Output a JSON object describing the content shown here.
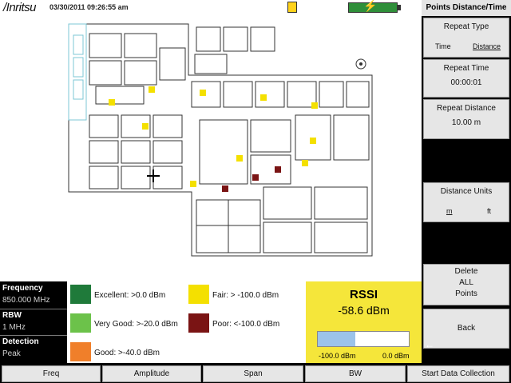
{
  "header": {
    "brand": "/Inritsu",
    "datetime": "03/30/2011 09:26:55 am"
  },
  "icons": {
    "gps": "gps-icon",
    "battery": "battery-icon",
    "charging": "lightning-bolt-icon",
    "compass": "compass-icon",
    "position_marker": "position-marker-icon"
  },
  "params": {
    "frequency_label": "Frequency",
    "frequency_value": "850.000 MHz",
    "rbw_label": "RBW",
    "rbw_value": "1 MHz",
    "detection_label": "Detection",
    "detection_value": "Peak"
  },
  "legend": {
    "excellent": "Excellent: >0.0 dBm",
    "very_good": "Very Good: >-20.0 dBm",
    "good": "Good: >-40.0 dBm",
    "fair": "Fair: > -100.0 dBm",
    "poor": "Poor: <-100.0 dBm",
    "colors": {
      "excellent": "#1f7a3a",
      "very_good": "#6cc24a",
      "good": "#f07f2a",
      "fair": "#f4e000",
      "poor": "#7a1414"
    }
  },
  "rssi": {
    "title": "RSSI",
    "value": "-58.6 dBm",
    "scale_min": "-100.0 dBm",
    "scale_max": "0.0 dBm",
    "level": 0.414
  },
  "softkeys": {
    "panel_title": "Points Distance/Time",
    "repeat_type_label": "Repeat Type",
    "repeat_type_opt1": "Time",
    "repeat_type_opt2": "Distance",
    "repeat_time_label": "Repeat Time",
    "repeat_time_value": "00:00:01",
    "repeat_distance_label": "Repeat Distance",
    "repeat_distance_value": "10.00 m",
    "distance_units_label": "Distance Units",
    "distance_units_opt1": "m",
    "distance_units_opt2": "ft",
    "delete_line1": "Delete",
    "delete_line2": "ALL",
    "delete_line3": "Points",
    "back_label": "Back"
  },
  "menu": {
    "freq": "Freq",
    "amplitude": "Amplitude",
    "span": "Span",
    "bw": "BW",
    "start_collection": "Start Data Collection"
  },
  "map_points": [
    {
      "level": "fair"
    },
    {
      "level": "fair"
    },
    {
      "level": "fair"
    },
    {
      "level": "fair"
    },
    {
      "level": "fair"
    },
    {
      "level": "fair"
    },
    {
      "level": "fair"
    },
    {
      "level": "fair"
    },
    {
      "level": "fair"
    },
    {
      "level": "fair"
    },
    {
      "level": "poor"
    },
    {
      "level": "poor"
    },
    {
      "level": "poor"
    }
  ]
}
